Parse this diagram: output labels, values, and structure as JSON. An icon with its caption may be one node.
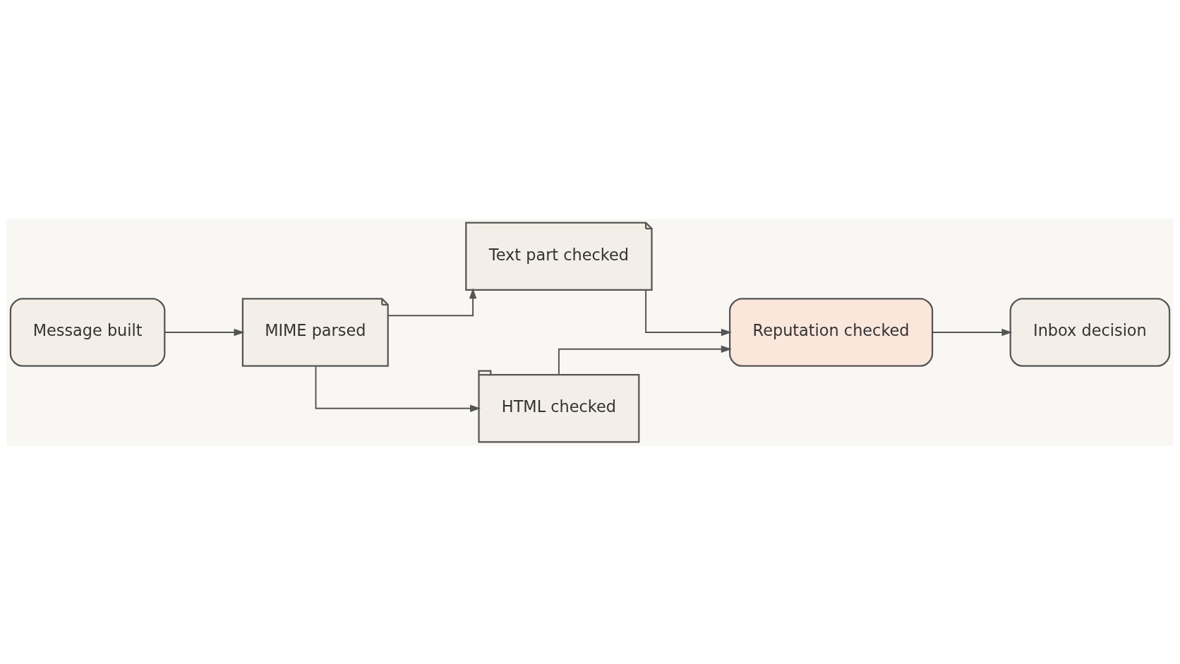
{
  "diagram": {
    "nodes": [
      {
        "text": [
          "Message built"
        ]
      },
      {
        "text": [
          "MIME parsed"
        ]
      },
      {
        "text": [
          "Text part checked"
        ]
      },
      {
        "text": [
          "HTML checked"
        ]
      },
      {
        "text": [
          "Reputation checked"
        ]
      },
      {
        "text": [
          "Inbox decision"
        ]
      }
    ],
    "edges": [
      {
        "from": 0,
        "to": 1,
        "arrow": "to"
      },
      {
        "from": 1,
        "to": 2,
        "arrow": "to"
      },
      {
        "from": 1,
        "to": 3,
        "arrow": "to"
      },
      {
        "from": 2,
        "to": 4,
        "arrow": "to"
      },
      {
        "from": 3,
        "to": 4,
        "arrow": "to"
      },
      {
        "from": 4,
        "to": 5,
        "arrow": "to"
      }
    ]
  }
}
